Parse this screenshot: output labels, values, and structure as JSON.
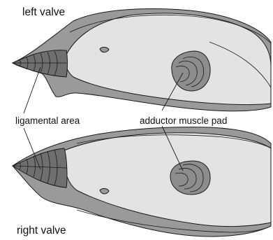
{
  "labels": {
    "left_valve": "left valve",
    "right_valve": "right valve",
    "ligamental_area": "ligamental area",
    "adductor_muscle_pad": "adductor muscle pad"
  },
  "colors": {
    "shell_outer": "#9a9a9a",
    "shell_inner": "#e3e3e3",
    "muscle_scar": "#8d8d8d",
    "ligament_band": "#6f6f6f",
    "line": "#1a1a1a"
  }
}
